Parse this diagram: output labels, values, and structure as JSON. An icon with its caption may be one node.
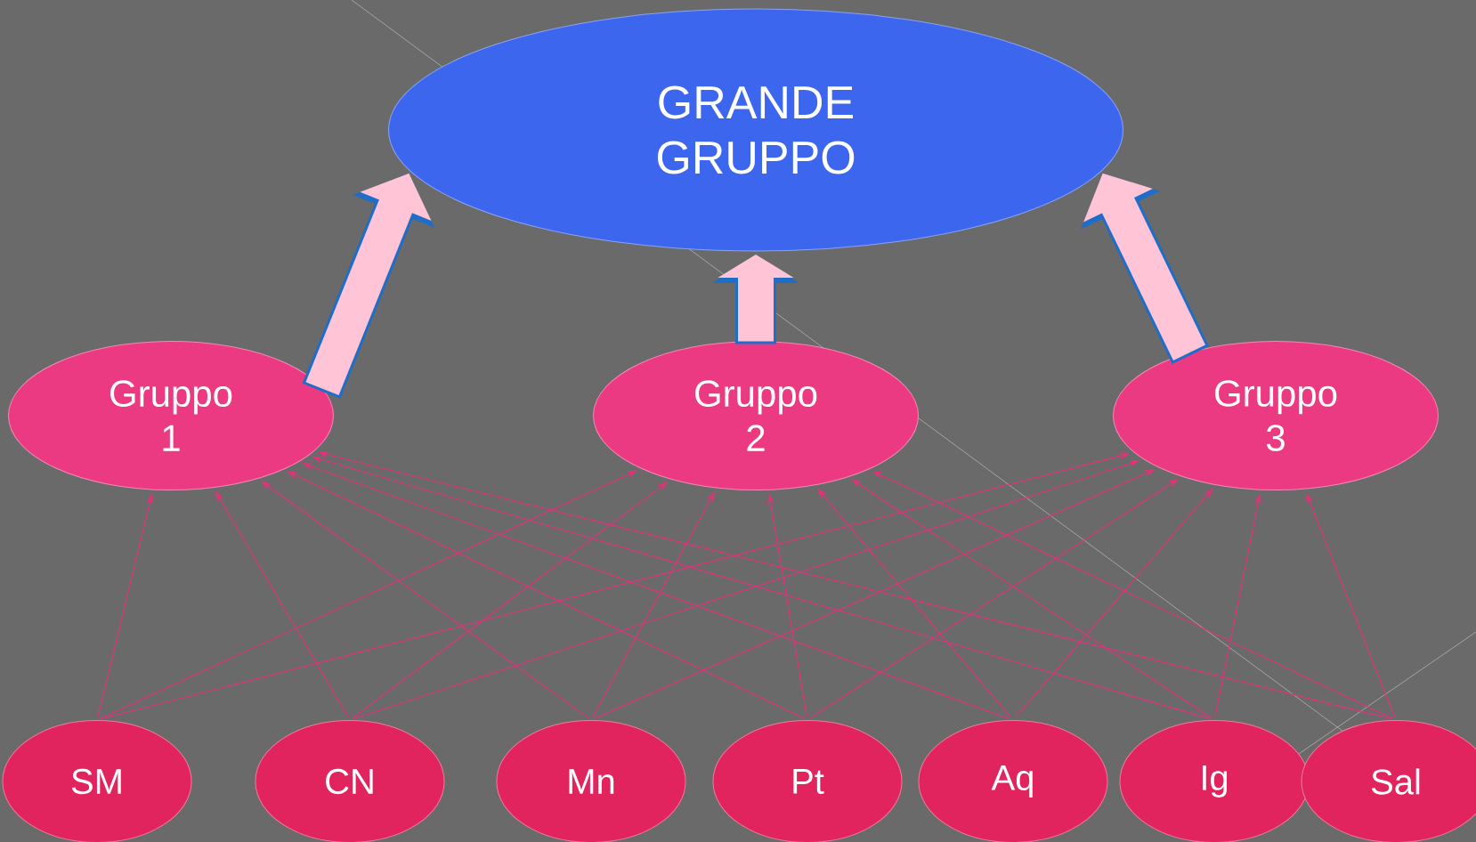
{
  "diagram": {
    "nodes": [
      {
        "text": [
          "GRANDE GRUPPO"
        ]
      },
      {
        "text": [
          "Gruppo 1"
        ]
      },
      {
        "text": [
          "Gruppo 2"
        ]
      },
      {
        "text": [
          "Gruppo 3"
        ]
      },
      {
        "text": [
          "SM"
        ]
      },
      {
        "text": [
          "CN"
        ]
      },
      {
        "text": [
          "Mn"
        ]
      },
      {
        "text": [
          "Pt"
        ]
      },
      {
        "text": [
          "Aq"
        ]
      },
      {
        "text": [
          "Ig"
        ]
      },
      {
        "text": [
          "Sal"
        ]
      }
    ],
    "edges": [
      {
        "from": 1,
        "to": 0,
        "arrow": "to",
        "style": "thick",
        "color": "#ffc4d6"
      },
      {
        "from": 2,
        "to": 0,
        "arrow": "to",
        "style": "thick",
        "color": "#ffc4d6"
      },
      {
        "from": 3,
        "to": 0,
        "arrow": "to",
        "style": "thick",
        "color": "#ffc4d6"
      },
      {
        "from": 4,
        "to": 1,
        "arrow": "to"
      },
      {
        "from": 4,
        "to": 2,
        "arrow": "to"
      },
      {
        "from": 4,
        "to": 3,
        "arrow": "to"
      },
      {
        "from": 5,
        "to": 1,
        "arrow": "to"
      },
      {
        "from": 5,
        "to": 2,
        "arrow": "to"
      },
      {
        "from": 5,
        "to": 3,
        "arrow": "to"
      },
      {
        "from": 6,
        "to": 1,
        "arrow": "to"
      },
      {
        "from": 6,
        "to": 2,
        "arrow": "to"
      },
      {
        "from": 6,
        "to": 3,
        "arrow": "to"
      },
      {
        "from": 7,
        "to": 1,
        "arrow": "to"
      },
      {
        "from": 7,
        "to": 2,
        "arrow": "to"
      },
      {
        "from": 7,
        "to": 3,
        "arrow": "to"
      },
      {
        "from": 8,
        "to": 1,
        "arrow": "to"
      },
      {
        "from": 8,
        "to": 2,
        "arrow": "to"
      },
      {
        "from": 8,
        "to": 3,
        "arrow": "to"
      },
      {
        "from": 9,
        "to": 1,
        "arrow": "to"
      },
      {
        "from": 9,
        "to": 2,
        "arrow": "to"
      },
      {
        "from": 9,
        "to": 3,
        "arrow": "to"
      },
      {
        "from": 10,
        "to": 1,
        "arrow": "to"
      },
      {
        "from": 10,
        "to": 2,
        "arrow": "to"
      },
      {
        "from": 10,
        "to": 3,
        "arrow": "to"
      }
    ]
  }
}
